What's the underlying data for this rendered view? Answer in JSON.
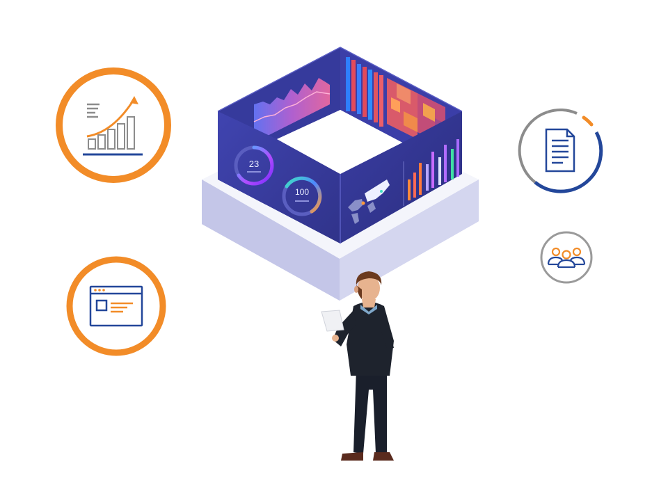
{
  "gauges": {
    "left_value": "23",
    "right_value": "100"
  },
  "colors": {
    "accent_orange": "#f28c28",
    "ring_gray": "#8c8c8c",
    "ring_blue": "#23479a",
    "panel_blue": "#3a3d9e",
    "panel_dark": "#2f3280",
    "base_lavender": "#c7c9ea",
    "base_white": "#f4f5fb"
  },
  "icons": {
    "growth": "growth-chart-icon",
    "browser": "browser-window-icon",
    "document": "document-icon",
    "team": "team-people-icon"
  },
  "dashboard_panels": {
    "left_panel_widgets": [
      "area-chart",
      "gauge-23",
      "gauge-100"
    ],
    "right_panel_widgets": [
      "bar-chart",
      "heatmap",
      "world-map",
      "bar-chart-small"
    ]
  },
  "person": {
    "holding": "tablet"
  }
}
